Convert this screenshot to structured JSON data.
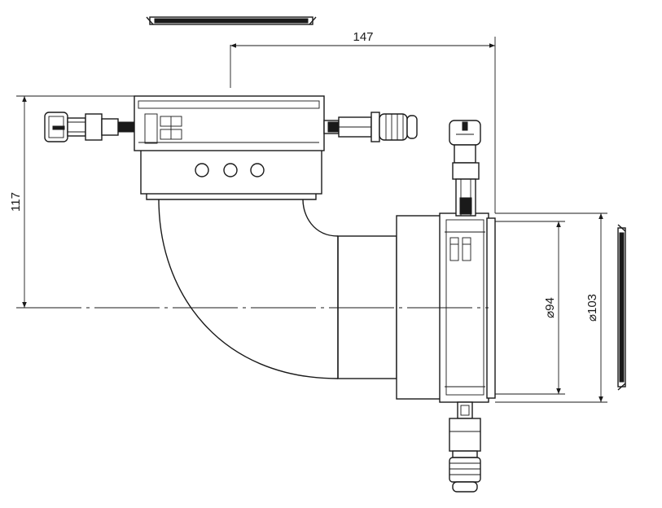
{
  "dimensions": {
    "width_label": "147",
    "height_label": "117",
    "inner_diameter_label": "⌀94",
    "outer_diameter_label": "⌀103"
  },
  "colors": {
    "line": "#1a1a1a",
    "background": "#ffffff"
  }
}
